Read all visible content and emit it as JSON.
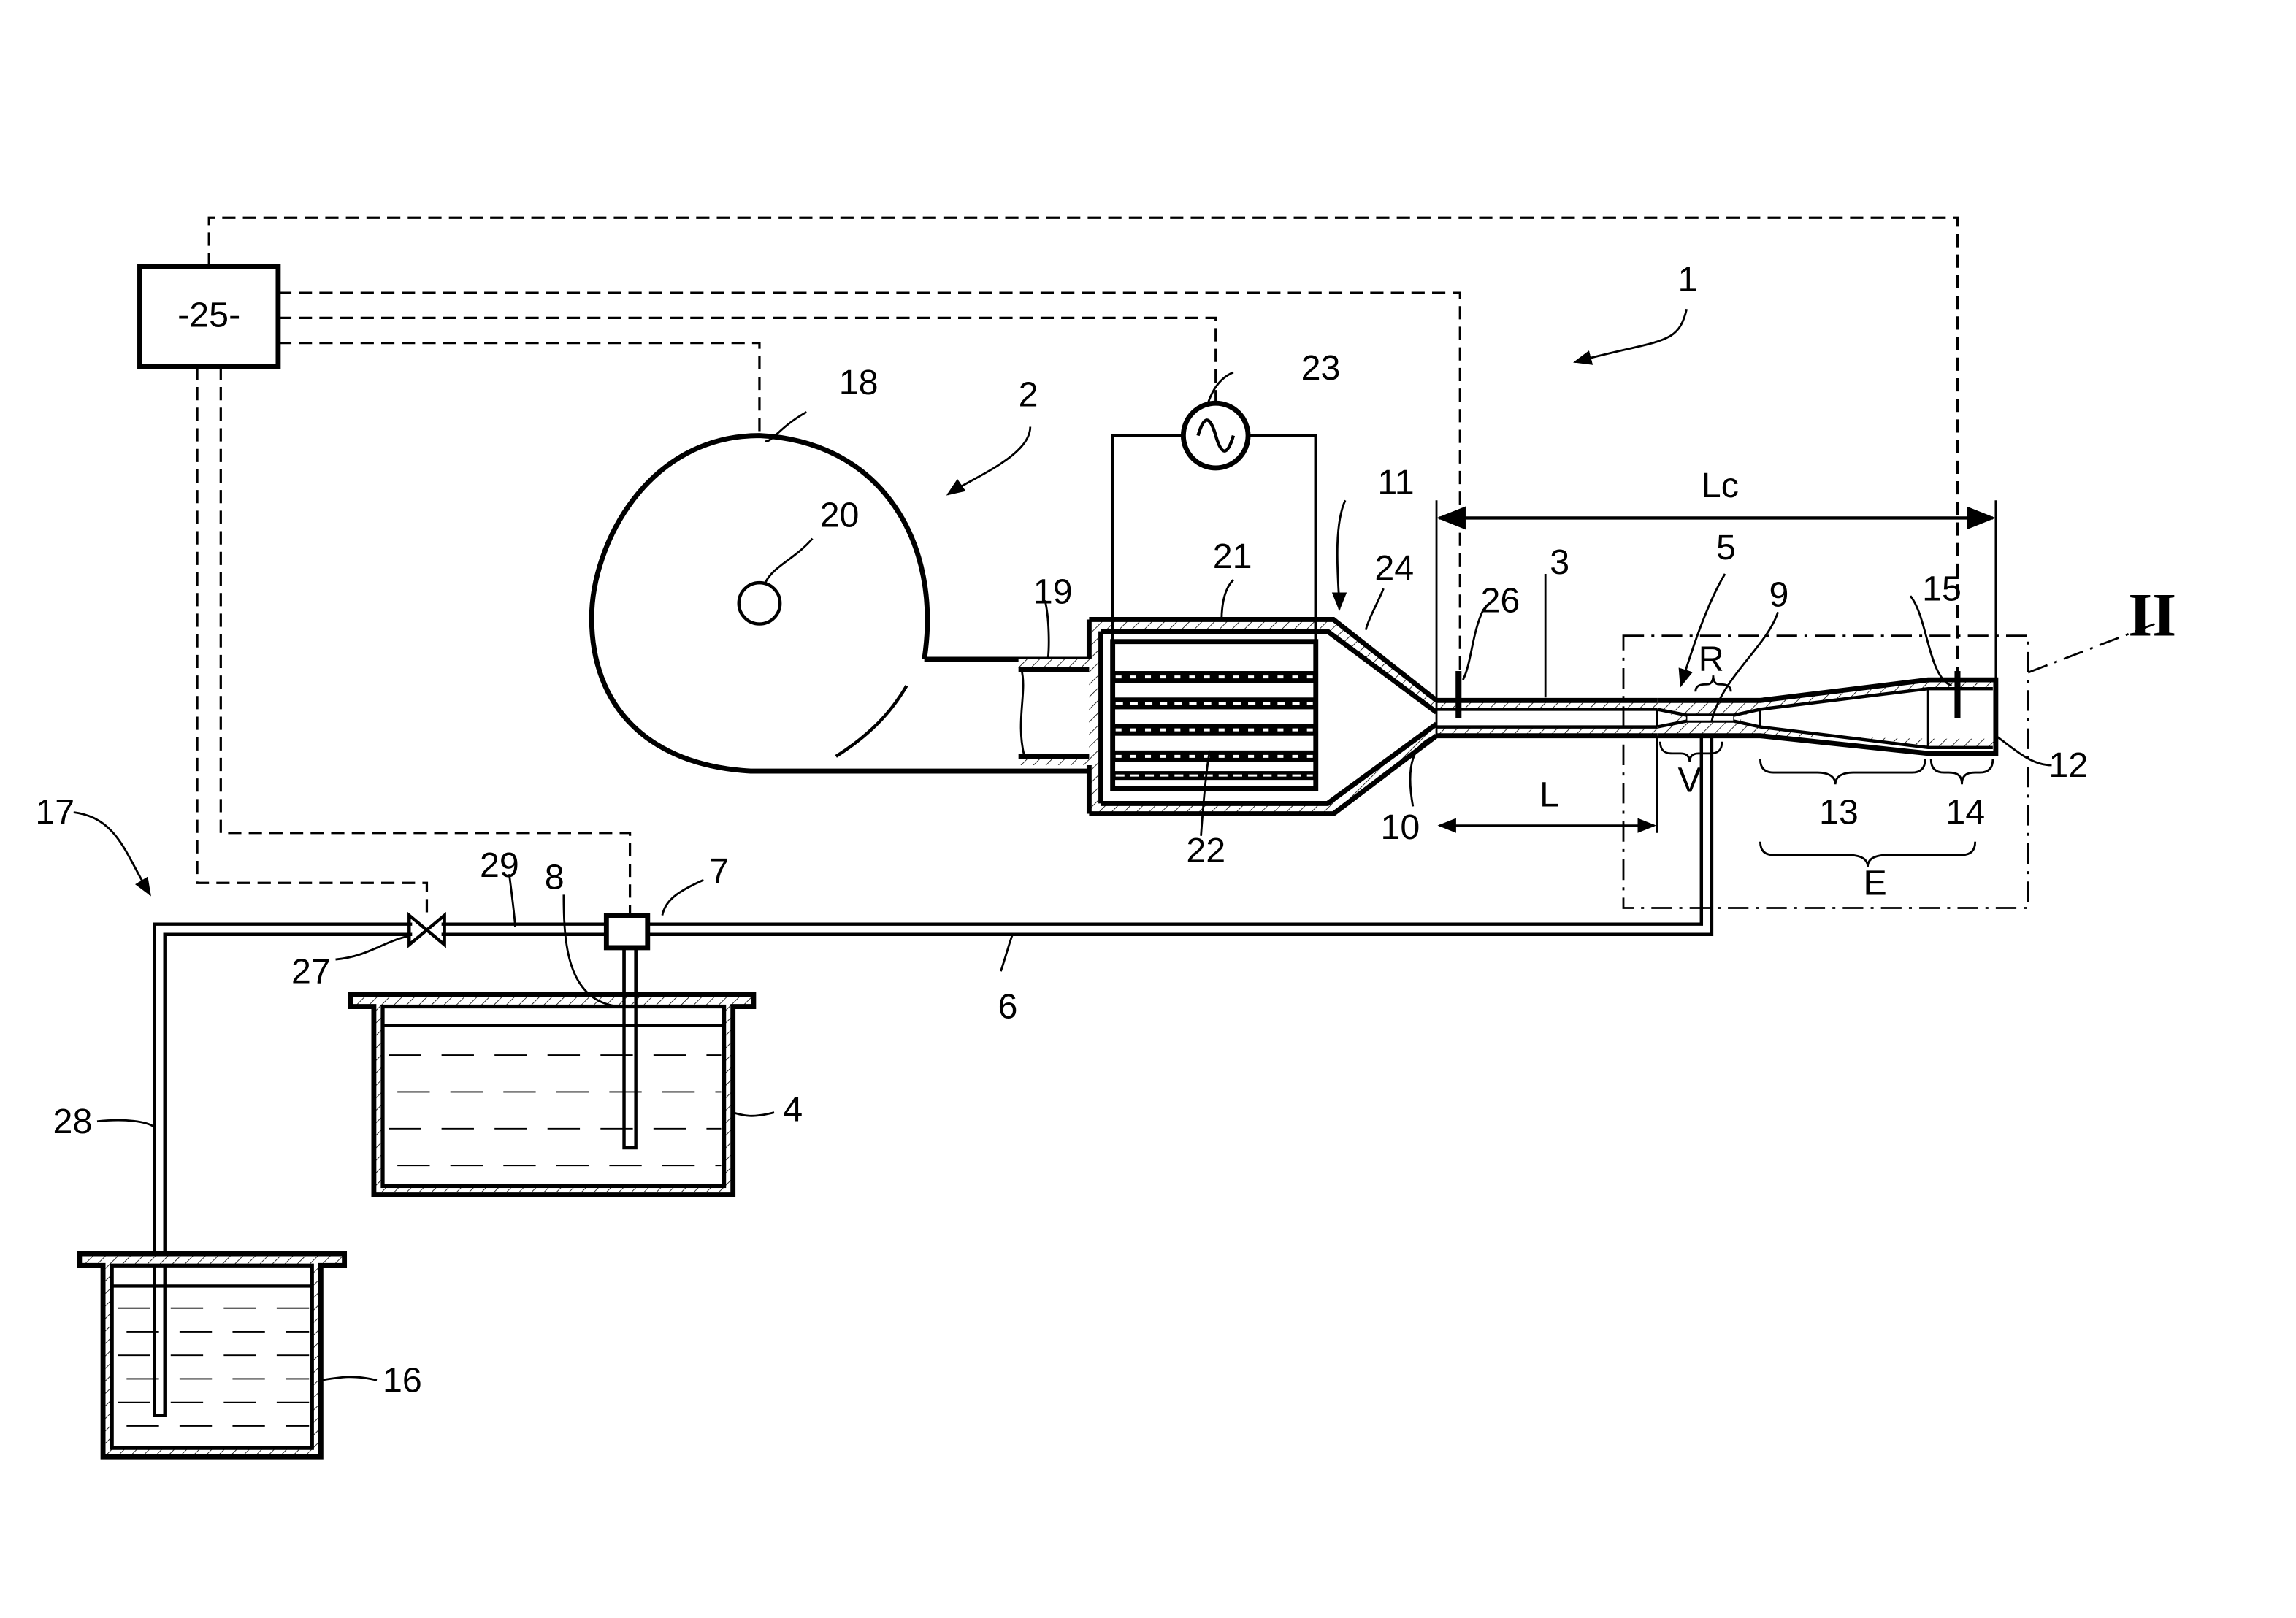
{
  "figure": {
    "title_numeral": "II",
    "controller_label": "-25-",
    "reference_numerals": {
      "system": "1",
      "blower_unit": "2",
      "channel": "3",
      "tank_main": "4",
      "nozzle": "5",
      "feed_line": "6",
      "pump": "7",
      "suction_tube": "8",
      "injection_point": "9",
      "inlet": "10",
      "heater_assembly": "11",
      "outlet": "12",
      "divergent_section": "13",
      "exit_section": "14",
      "sensor_downstream": "15",
      "tank_secondary": "16",
      "refill_circuit": "17",
      "blower_housing": "18",
      "blower_outlet": "19",
      "impeller": "20",
      "heater_casing": "21",
      "heating_elements": "22",
      "power_supply": "23",
      "cone": "24",
      "sensor_upstream": "26",
      "valve": "27",
      "riser_pipe": "28",
      "transfer_line": "29"
    },
    "dimensions": {
      "channel_length": "Lc",
      "upstream_length": "L",
      "venturi": "V",
      "restriction": "R",
      "expansion": "E"
    },
    "icons": {
      "power_supply_symbol": "ac-sine-icon",
      "valve_symbol": "bowtie-valve-icon"
    }
  }
}
